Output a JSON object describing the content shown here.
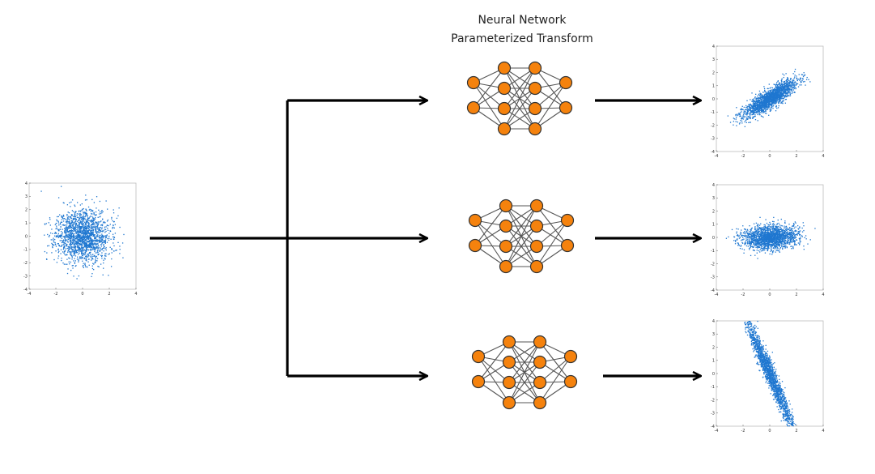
{
  "caption": {
    "line1": "Neural Network",
    "line2": "Parameterized Transform"
  },
  "colors": {
    "node_fill": "#f5820d",
    "node_stroke": "#333333",
    "point": "#1f77d0",
    "arrow": "#000000"
  },
  "plots": {
    "tick_labels_x": [
      "-4",
      "-2",
      "0",
      "2",
      "4"
    ],
    "tick_labels_y": [
      "4",
      "3",
      "2",
      "1",
      "0",
      "-1",
      "-2",
      "-3",
      "-4"
    ],
    "axis_range": [
      -4,
      4
    ],
    "input": {
      "type": "scatter",
      "distribution": "isotropic-gaussian",
      "sx": 1.0,
      "sy": 1.0,
      "rho": 0.0,
      "n": 1800
    },
    "outputs": [
      {
        "type": "scatter",
        "distribution": "correlated-gaussian",
        "sx": 1.0,
        "sy": 0.7,
        "rho": 0.85,
        "n": 1800
      },
      {
        "type": "scatter",
        "distribution": "flattened-gaussian",
        "sx": 1.0,
        "sy": 0.45,
        "rho": 0.1,
        "n": 1800
      },
      {
        "type": "scatter",
        "distribution": "curved-anticorrelated",
        "sx": 1.0,
        "sy": 2.2,
        "rho": -0.97,
        "n": 1800
      }
    ]
  }
}
